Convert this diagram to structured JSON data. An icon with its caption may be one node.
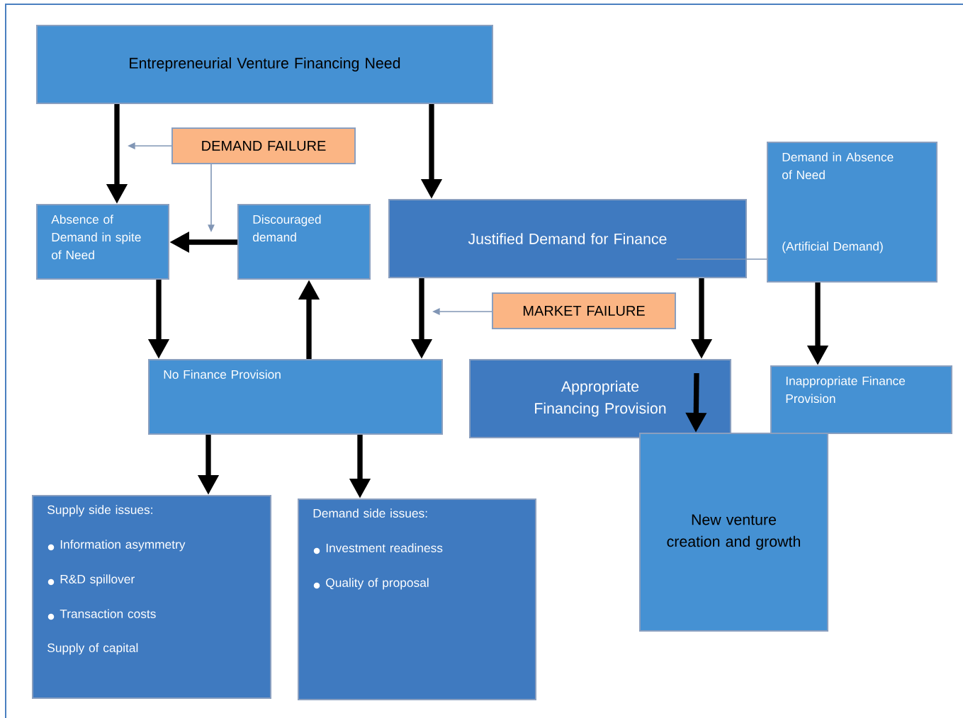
{
  "diagram": {
    "nodes": [
      {
        "text": [
          "Entrepreneurial Venture Financing Need"
        ]
      },
      {
        "text": [
          "DEMAND FAILURE"
        ]
      },
      {
        "text": [
          "Demand in Absence of Need",
          "(Artificial Demand)"
        ]
      },
      {
        "text": [
          "Absence of Demand in spite of Need"
        ]
      },
      {
        "text": [
          "Discouraged demand"
        ]
      },
      {
        "text": [
          "Justified Demand for Finance"
        ]
      },
      {
        "text": [
          "MARKET FAILURE"
        ]
      },
      {
        "text": [
          "No Finance Provision"
        ]
      },
      {
        "text": [
          "Appropriate Financing Provision"
        ]
      },
      {
        "text": [
          "Inappropriate Finance Provision"
        ]
      },
      {
        "text": [
          "New venture creation and growth"
        ]
      },
      {
        "text": [
          "Supply side issues:",
          "Information asymmetry",
          "R&D spillover",
          "Transaction costs",
          "Supply of capital"
        ]
      },
      {
        "text": [
          "Demand side issues:",
          "Investment readiness",
          "Quality of  proposal"
        ]
      }
    ],
    "edges": [
      {
        "from": 0,
        "to": 3,
        "arrow": "to"
      },
      {
        "from": 0,
        "to": 5,
        "arrow": "to"
      },
      {
        "from": 1,
        "to": null,
        "arrow": "to",
        "color": "#8196b5"
      },
      {
        "from": 1,
        "to": null,
        "arrow": "to",
        "color": "#8196b5"
      },
      {
        "from": 4,
        "to": 3,
        "arrow": "to"
      },
      {
        "from": 3,
        "to": 7,
        "arrow": "to"
      },
      {
        "from": 7,
        "to": 4,
        "arrow": "to"
      },
      {
        "from": 5,
        "to": 7,
        "arrow": "to"
      },
      {
        "from": 6,
        "to": null,
        "arrow": "to",
        "color": "#8196b5"
      },
      {
        "from": 5,
        "to": 8,
        "arrow": "to"
      },
      {
        "from": 2,
        "to": 9,
        "arrow": "to"
      },
      {
        "from": 8,
        "to": 10,
        "arrow": "to"
      },
      {
        "from": 7,
        "to": 11,
        "arrow": "to"
      },
      {
        "from": 7,
        "to": 12,
        "arrow": "to"
      },
      {
        "from": 5,
        "to": 2,
        "arrow": "none",
        "color": "#8196b5"
      }
    ]
  }
}
